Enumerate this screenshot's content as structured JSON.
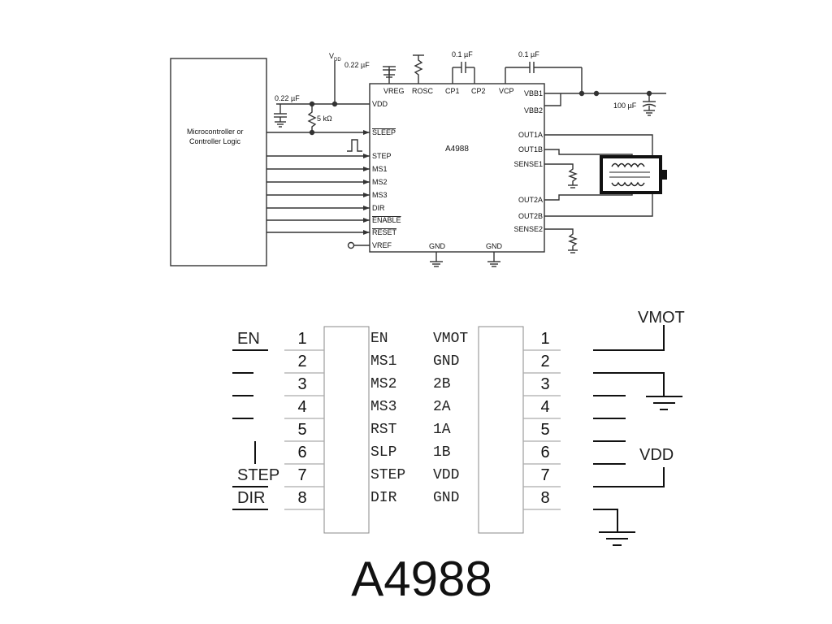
{
  "schematic": {
    "mcu_label_1": "Microcontroller or",
    "mcu_label_2": "Controller Logic",
    "chip_name": "A4988",
    "vdd_supply": "V",
    "vdd_supply_sub": "DD",
    "cap_vreg": "0.22 µF",
    "cap_vdd": "0.22 µF",
    "resistor": "5 kΩ",
    "cap_cp": "0.1 µF",
    "cap_vcp": "0.1 µF",
    "cap_vbb": "100 µF",
    "pins_left": [
      "VDD",
      "SLEEP",
      "STEP",
      "MS1",
      "MS2",
      "MS3",
      "DIR",
      "ENABLE",
      "RESET",
      "VREF"
    ],
    "pins_top": [
      "VREG",
      "ROSC",
      "CP1",
      "CP2",
      "VCP"
    ],
    "pins_right": [
      "VBB1",
      "VBB2",
      "OUT1A",
      "OUT1B",
      "SENSE1",
      "OUT2A",
      "OUT2B",
      "SENSE2"
    ],
    "pins_bottom": [
      "GND",
      "GND"
    ]
  },
  "pinout": {
    "left_numbers": [
      "1",
      "2",
      "3",
      "4",
      "5",
      "6",
      "7",
      "8"
    ],
    "left_names": [
      "EN",
      "MS1",
      "MS2",
      "MS3",
      "RST",
      "SLP",
      "STEP",
      "DIR"
    ],
    "right_names": [
      "VMOT",
      "GND",
      "2B",
      "2A",
      "1A",
      "1B",
      "VDD",
      "GND"
    ],
    "right_numbers": [
      "1",
      "2",
      "3",
      "4",
      "5",
      "6",
      "7",
      "8"
    ],
    "ext_en": "EN",
    "ext_step": "STEP",
    "ext_dir": "DIR",
    "ext_vmot": "VMOT",
    "ext_vdd": "VDD"
  },
  "footer_title": "A4988"
}
